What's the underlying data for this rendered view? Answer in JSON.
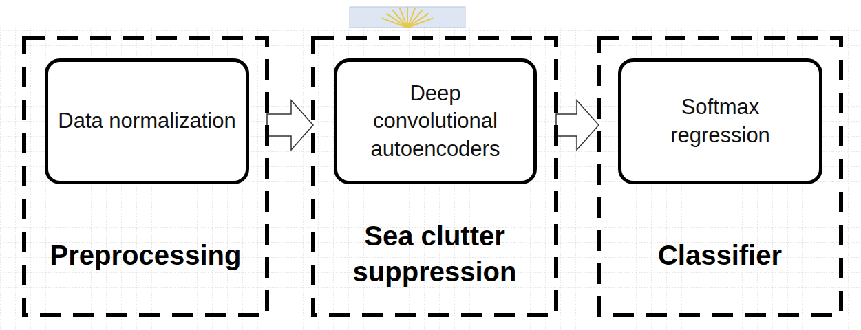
{
  "diagram": {
    "nodes": [
      {
        "text": [
          "Preprocessing"
        ]
      },
      {
        "text": [
          "Data normalization"
        ],
        "in": 0
      },
      {
        "text": [
          "Sea clutter suppression"
        ]
      },
      {
        "text": [
          "Deep convolutional autoencoders"
        ],
        "in": 2
      },
      {
        "text": [
          "Classifier"
        ]
      },
      {
        "text": [
          "Softmax regression"
        ],
        "in": 4
      }
    ],
    "edges": [
      {
        "from": 0,
        "to": 2,
        "arrow": "to"
      },
      {
        "from": 2,
        "to": 4,
        "arrow": "to"
      }
    ]
  }
}
